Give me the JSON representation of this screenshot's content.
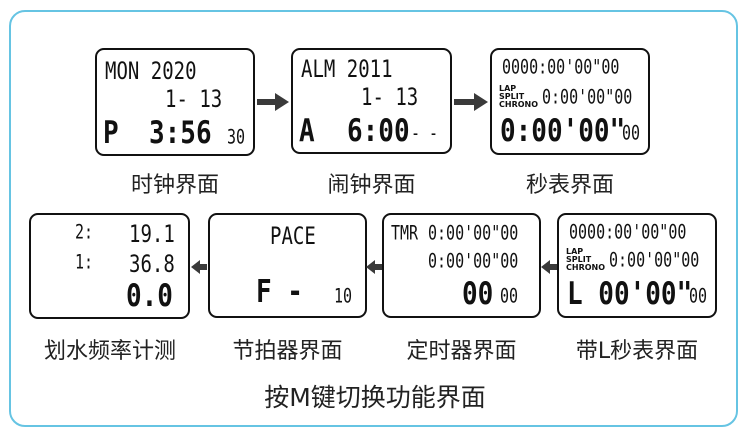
{
  "footer_text": "按M键切换功能界面",
  "panels": {
    "clock": {
      "caption": "时钟界面",
      "line1": "MON 2020",
      "line2": "1- 13",
      "line3_mark": "P",
      "line3_time": "3:56",
      "line3_seconds": "30"
    },
    "alarm": {
      "caption": "闹钟界面",
      "line1": "ALM 2011",
      "line2": "1- 13",
      "line3_mark": "A",
      "line3_time": "6:00",
      "line3_seconds": "- -"
    },
    "stopwatch": {
      "caption": "秒表界面",
      "line1": "0000:00'00\"00",
      "labels": [
        "LAP",
        "SPLIT",
        "CHRONO"
      ],
      "line2": "0:00'00\"00",
      "line3": "0:00'00\"",
      "line3_small": "00"
    },
    "lap_stopwatch": {
      "caption": "带L秒表界面",
      "line1": "0000:00'00\"00",
      "labels": [
        "LAP",
        "SPLIT",
        "CHRONO"
      ],
      "line2": "0:00'00\"00",
      "line3": "L 00'00\"",
      "line3_small": "00"
    },
    "timer": {
      "caption": "定时器界面",
      "line1_mark": "TMR",
      "line1": "0:00'00\"00",
      "line2": "0:00'00\"00",
      "line3": "00",
      "line3_small": "00"
    },
    "metronome": {
      "caption": "节拍器界面",
      "line1": "PACE",
      "line2": "F -",
      "line2_small": "10"
    },
    "stroke_rate": {
      "caption": "划水频率计测",
      "line1_idx": "2:",
      "line1_val": "19.1",
      "line2_idx": "1:",
      "line2_val": "36.8",
      "line3_val": "0.0"
    }
  }
}
